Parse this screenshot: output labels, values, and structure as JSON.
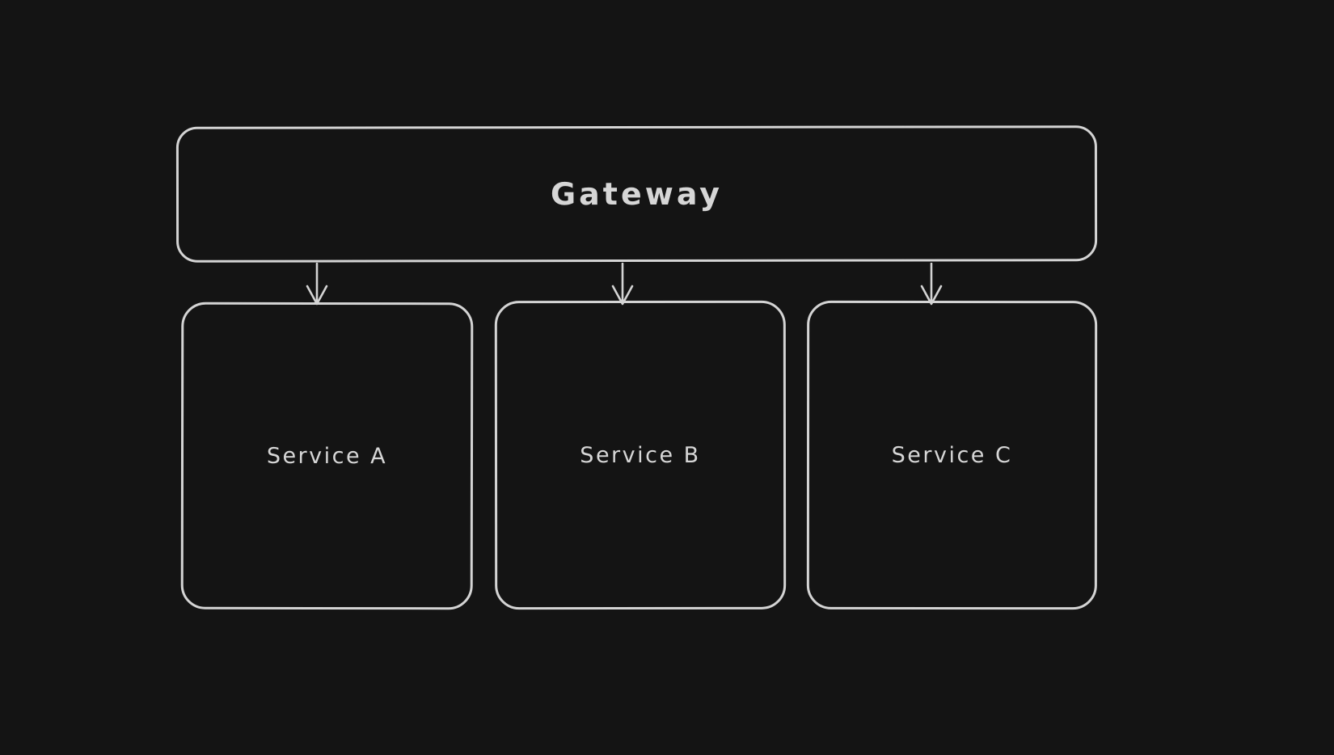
{
  "canvas": {
    "background_color": "#141414",
    "stroke_color": "#d4d4d4",
    "text_color": "#d6d6d6",
    "style": "hand-drawn whiteboard (excalidraw-like), dark mode"
  },
  "diagram": {
    "type": "flowchart",
    "nodes": [
      {
        "id": "gateway",
        "label": "Gateway",
        "shape": "rounded-rectangle",
        "row": "top"
      },
      {
        "id": "service-a",
        "label": "Service A",
        "shape": "rounded-rectangle",
        "row": "bottom"
      },
      {
        "id": "service-b",
        "label": "Service B",
        "shape": "rounded-rectangle",
        "row": "bottom"
      },
      {
        "id": "service-c",
        "label": "Service C",
        "shape": "rounded-rectangle",
        "row": "bottom"
      }
    ],
    "edges": [
      {
        "from": "Gateway",
        "to": "Service A",
        "type": "arrow-down"
      },
      {
        "from": "Gateway",
        "to": "Service B",
        "type": "arrow-down"
      },
      {
        "from": "Gateway",
        "to": "Service C",
        "type": "arrow-down"
      }
    ]
  }
}
